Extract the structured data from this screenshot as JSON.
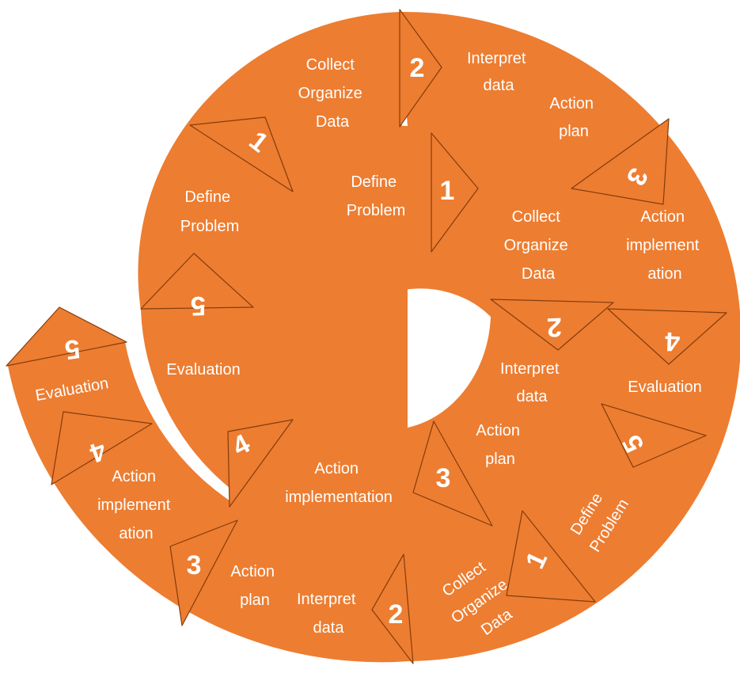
{
  "colors": {
    "band": "#ED7D31",
    "arrow_outline": "#843C0C",
    "text": "#FFFFFF",
    "background": "#FFFFFF"
  },
  "inner_loop": {
    "define": [
      "Define",
      "Problem"
    ],
    "collect": [
      "Collect",
      "Organize",
      "Data"
    ],
    "interpret": [
      "Interpret",
      "data"
    ],
    "plan": [
      "Action",
      "plan"
    ],
    "implementation": [
      "Action",
      "implementation"
    ],
    "evaluation": [
      "Evaluation"
    ],
    "steps": [
      "1",
      "2",
      "3",
      "4",
      "5"
    ]
  },
  "middle_loop": {
    "collect": [
      "Collect",
      "Organize",
      "Data"
    ],
    "interpret": [
      "Interpret",
      "data"
    ],
    "plan": [
      "Action",
      "plan"
    ],
    "implementation": [
      "Action",
      "implement",
      "ation"
    ],
    "evaluation": [
      "Evaluation"
    ],
    "steps": [
      "1",
      "2",
      "3",
      "4",
      "5"
    ]
  },
  "outer_loop": {
    "define": [
      "Define",
      "Problem"
    ],
    "collect": [
      "Collect",
      "Organize",
      "Data"
    ],
    "interpret": [
      "Interpret",
      "data"
    ],
    "plan": [
      "Action",
      "plan"
    ],
    "implementation": [
      "Action",
      "implement",
      "ation"
    ],
    "evaluation": [
      "Evaluation"
    ],
    "steps": [
      "1",
      "2",
      "3",
      "4",
      "5"
    ]
  }
}
